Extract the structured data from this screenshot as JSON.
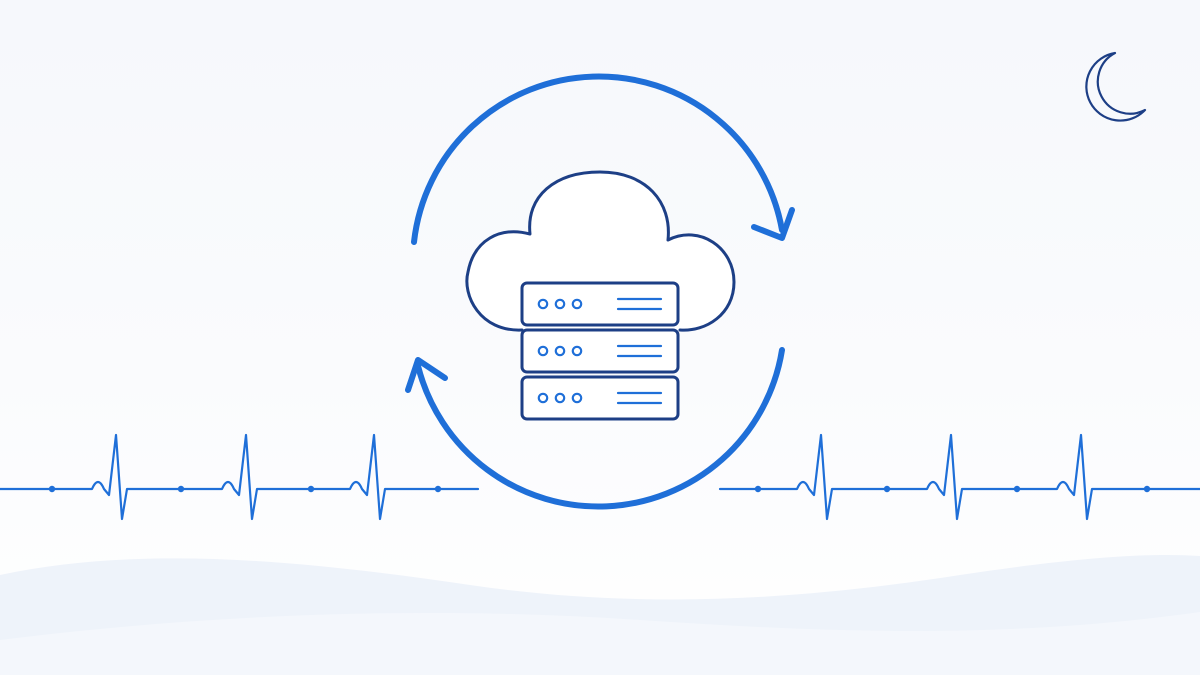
{
  "scene": {
    "subject": "cloud-server-sync-heartbeat",
    "icons": [
      "moon-icon",
      "sync-arrows-icon",
      "cloud-icon",
      "server-stack-icon",
      "heartbeat-line-icon"
    ],
    "server_units": 3,
    "indicator_lights_per_unit": 3
  },
  "colors": {
    "background_top": "#f6f8fc",
    "background_bottom": "#ffffff",
    "accent_blue": "#1f6fd8",
    "navy": "#1d3f86",
    "wave_light": "#edf3fa",
    "wave_lighter": "#f2f6fb"
  }
}
